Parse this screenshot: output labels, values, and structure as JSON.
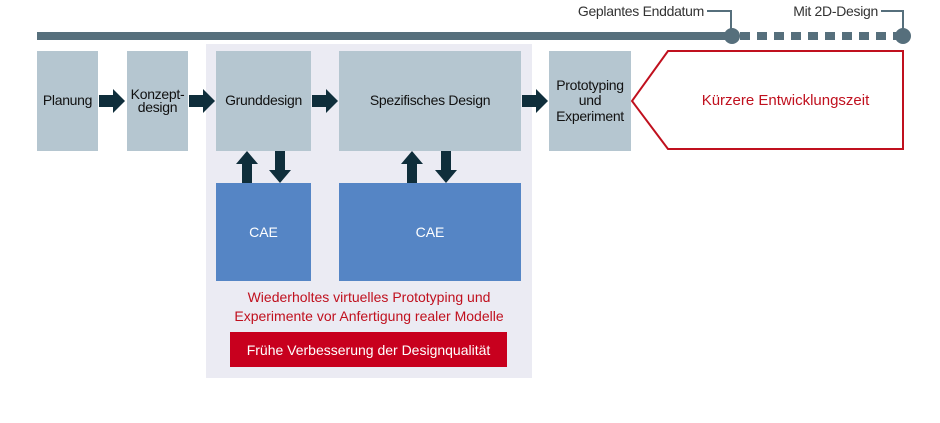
{
  "timeline": {
    "planned_end_label": "Geplantes Enddatum",
    "with_2d_label": "Mit 2D-Design"
  },
  "steps": [
    {
      "label": "Planung"
    },
    {
      "label": "Konzept-\ndesign"
    },
    {
      "label": "Grunddesign"
    },
    {
      "label": "Spezifisches Design"
    },
    {
      "label": "Prototyping\nund\nExperiment"
    }
  ],
  "cae": [
    {
      "label": "CAE"
    },
    {
      "label": "CAE"
    }
  ],
  "benefit": "Kürzere Entwicklungszeit",
  "panel": {
    "caption_line1": "Wiederholtes virtuelles Prototyping und",
    "caption_line2": "Experimente vor Anfertigung realer Modelle",
    "highlight": "Frühe Verbesserung der Designqualität"
  },
  "colors": {
    "timeline": "#566f7c",
    "step": "#b5c6d0",
    "cae": "#5585c5",
    "arrow": "#0f2e3b",
    "accent": "#c8001e",
    "panel": "#ebebf3"
  }
}
